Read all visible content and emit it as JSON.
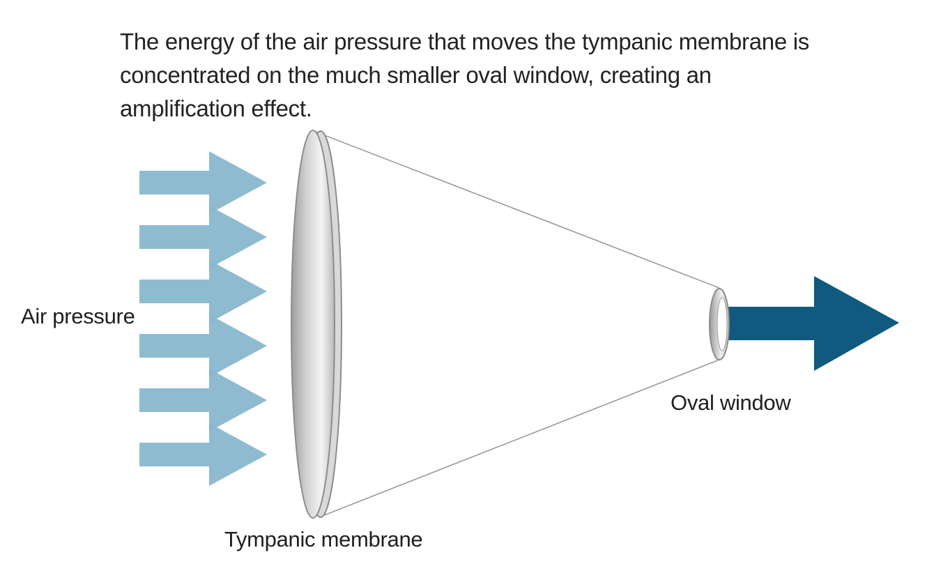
{
  "caption": "The energy of the air pressure that moves the tympanic membrane is\nconcentrated on the much smaller oval window, creating an\namplification effect.",
  "labels": {
    "air_pressure": "Air pressure",
    "tympanic_membrane": "Tympanic membrane",
    "oval_window": "Oval window"
  },
  "colors": {
    "input_arrow": "#86b6cd",
    "output_arrow": "#0f5a7e",
    "membrane_rim": "#8c8c8c",
    "cone_line": "#9a9a9a",
    "text": "#1f1f1f"
  }
}
